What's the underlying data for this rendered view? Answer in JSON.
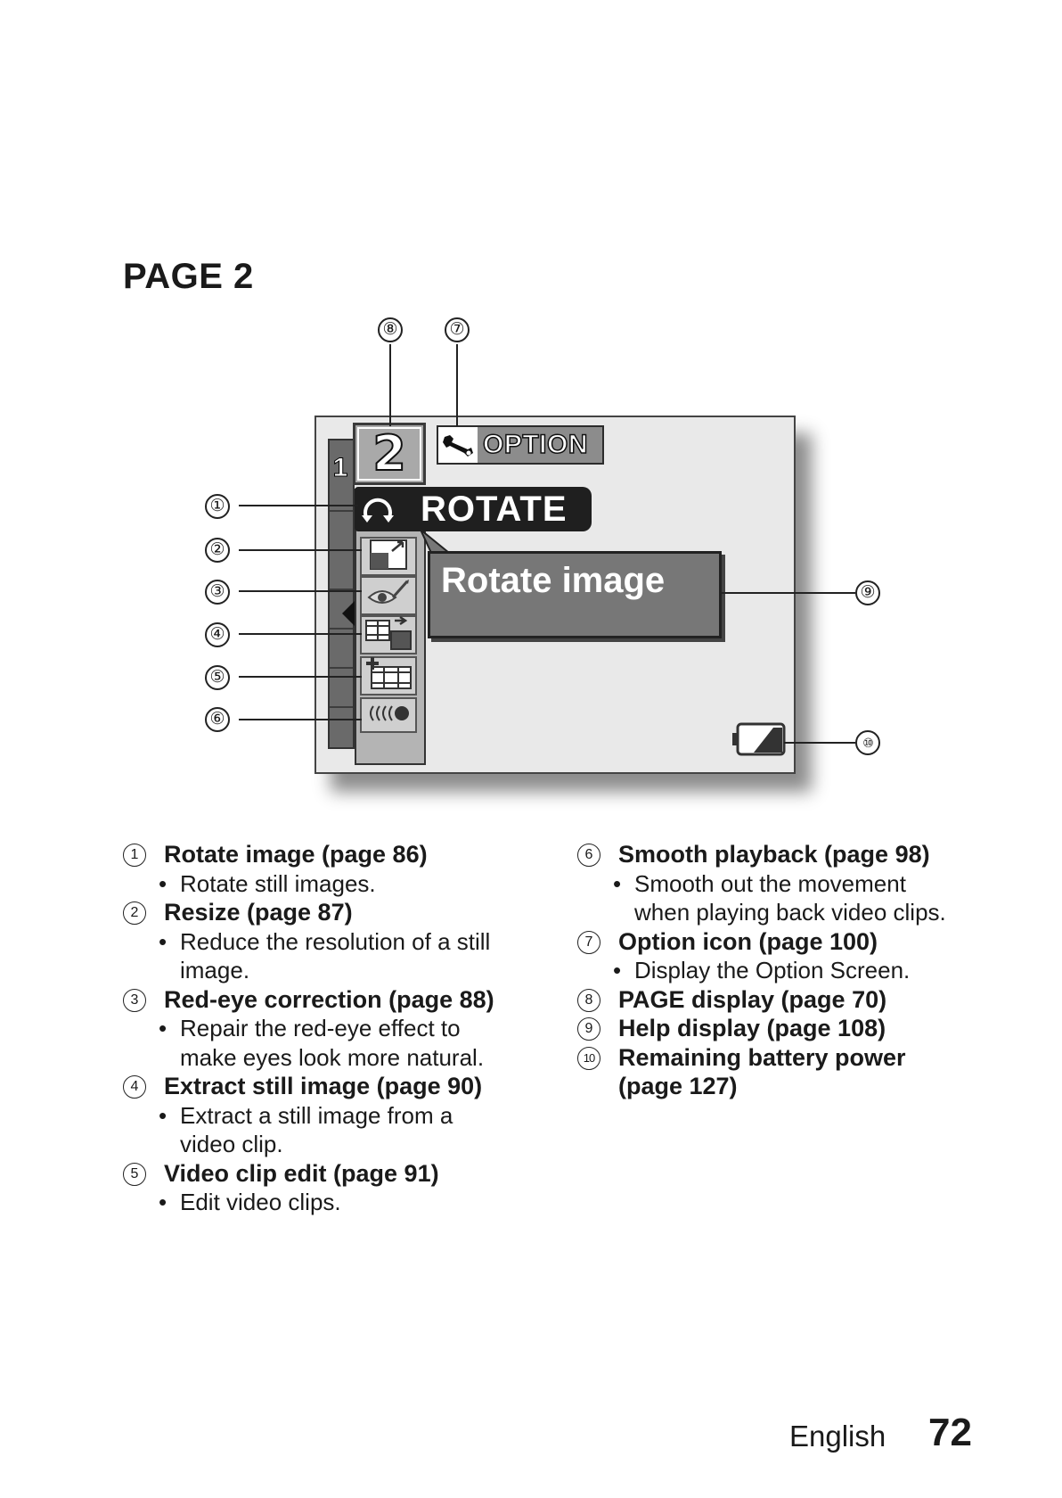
{
  "heading": "PAGE 2",
  "screen": {
    "page1_label": "1",
    "page2_label": "2",
    "option_label": "OPTION",
    "rotate_label": "ROTATE",
    "help_text": "Rotate image"
  },
  "callouts": [
    "①",
    "②",
    "③",
    "④",
    "⑤",
    "⑥",
    "⑦",
    "⑧",
    "⑨",
    "⑩"
  ],
  "legend": {
    "left": [
      {
        "num": "1",
        "title": "Rotate image (page 86)",
        "desc": [
          "Rotate still images."
        ]
      },
      {
        "num": "2",
        "title": "Resize (page 87)",
        "desc": [
          "Reduce the resolution of a still",
          "image."
        ]
      },
      {
        "num": "3",
        "title": "Red-eye correction (page 88)",
        "desc": [
          "Repair the red-eye effect to",
          "make eyes look more natural."
        ]
      },
      {
        "num": "4",
        "title": "Extract still image (page 90)",
        "desc": [
          "Extract a still image from a",
          "video clip."
        ]
      },
      {
        "num": "5",
        "title": "Video clip edit (page 91)",
        "desc": [
          "Edit video clips."
        ]
      }
    ],
    "right": [
      {
        "num": "6",
        "title": "Smooth playback (page 98)",
        "desc": [
          "Smooth out the movement",
          "when playing back video clips."
        ]
      },
      {
        "num": "7",
        "title": "Option icon (page 100)",
        "desc": [
          "Display the Option Screen."
        ]
      },
      {
        "num": "8",
        "title": "PAGE display (page 70)",
        "desc": []
      },
      {
        "num": "9",
        "title": "Help display (page 108)",
        "desc": []
      },
      {
        "num": "10",
        "title": "Remaining battery power",
        "title2": "(page 127)",
        "desc": []
      }
    ]
  },
  "footer": {
    "language": "English",
    "page_number": "72"
  },
  "icons": [
    "rotate-icon",
    "resize-icon",
    "red-eye-icon",
    "extract-still-icon",
    "video-edit-icon",
    "smooth-playback-icon",
    "wrench-icon",
    "battery-icon"
  ]
}
